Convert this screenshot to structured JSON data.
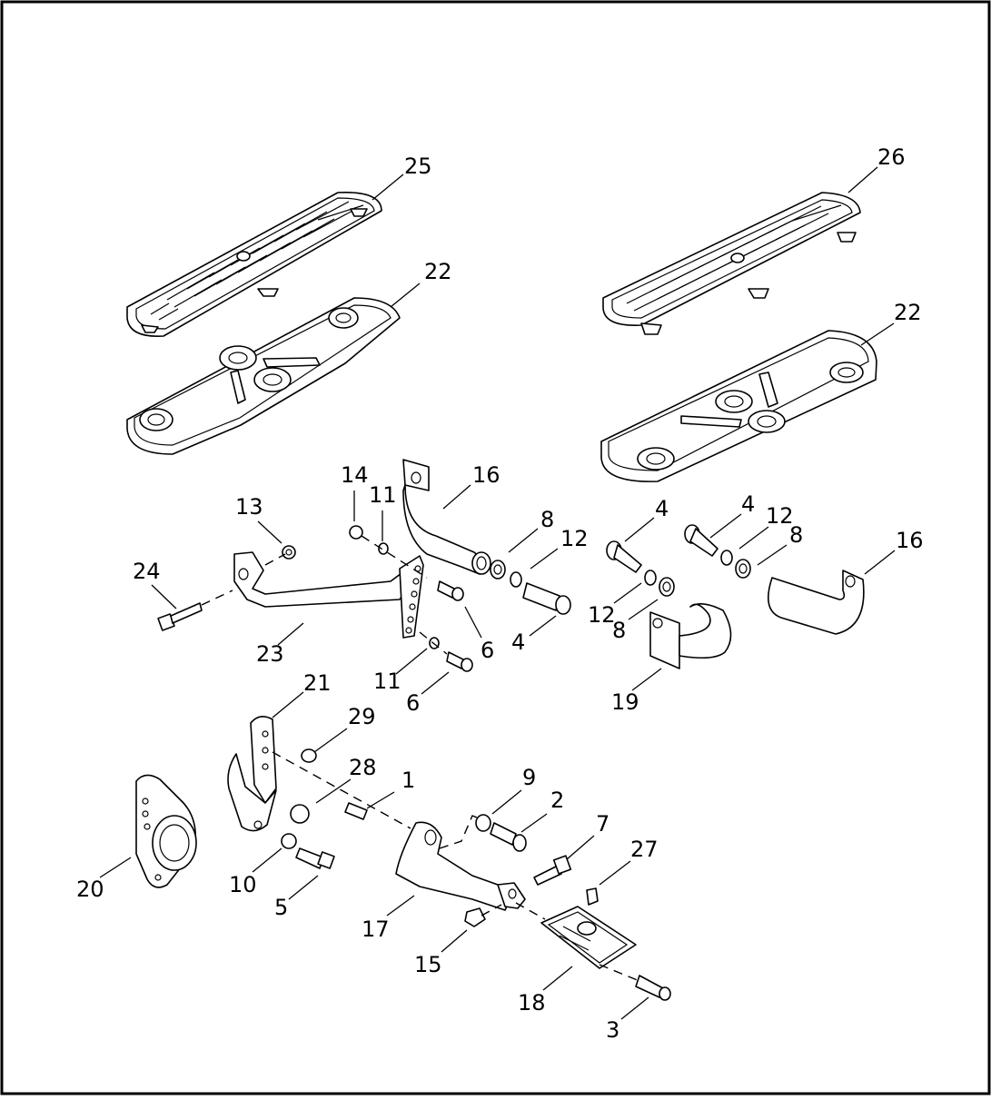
{
  "diagram": {
    "border_color": "#000000",
    "callouts": [
      {
        "id": "c25a",
        "text": "25"
      },
      {
        "id": "c22a",
        "text": "22"
      },
      {
        "id": "c26",
        "text": "26"
      },
      {
        "id": "c22b",
        "text": "22"
      },
      {
        "id": "c14",
        "text": "14"
      },
      {
        "id": "c11a",
        "text": "11"
      },
      {
        "id": "c16a",
        "text": "16"
      },
      {
        "id": "c13",
        "text": "13"
      },
      {
        "id": "c24",
        "text": "24"
      },
      {
        "id": "c8a",
        "text": "8"
      },
      {
        "id": "c12a",
        "text": "12"
      },
      {
        "id": "c4a",
        "text": "4"
      },
      {
        "id": "c4b",
        "text": "4"
      },
      {
        "id": "c12b",
        "text": "12"
      },
      {
        "id": "c8b",
        "text": "8"
      },
      {
        "id": "c16b",
        "text": "16"
      },
      {
        "id": "c23",
        "text": "23"
      },
      {
        "id": "c6a",
        "text": "6"
      },
      {
        "id": "c4c",
        "text": "4"
      },
      {
        "id": "c12c",
        "text": "12"
      },
      {
        "id": "c8c",
        "text": "8"
      },
      {
        "id": "c11b",
        "text": "11"
      },
      {
        "id": "c6b",
        "text": "6"
      },
      {
        "id": "c19",
        "text": "19"
      },
      {
        "id": "c21",
        "text": "21"
      },
      {
        "id": "c29",
        "text": "29"
      },
      {
        "id": "c28",
        "text": "28"
      },
      {
        "id": "c1",
        "text": "1"
      },
      {
        "id": "c9",
        "text": "9"
      },
      {
        "id": "c2",
        "text": "2"
      },
      {
        "id": "c7",
        "text": "7"
      },
      {
        "id": "c27",
        "text": "27"
      },
      {
        "id": "c20",
        "text": "20"
      },
      {
        "id": "c10",
        "text": "10"
      },
      {
        "id": "c5",
        "text": "5"
      },
      {
        "id": "c17",
        "text": "17"
      },
      {
        "id": "c15",
        "text": "15"
      },
      {
        "id": "c18",
        "text": "18"
      },
      {
        "id": "c3",
        "text": "3"
      }
    ]
  }
}
